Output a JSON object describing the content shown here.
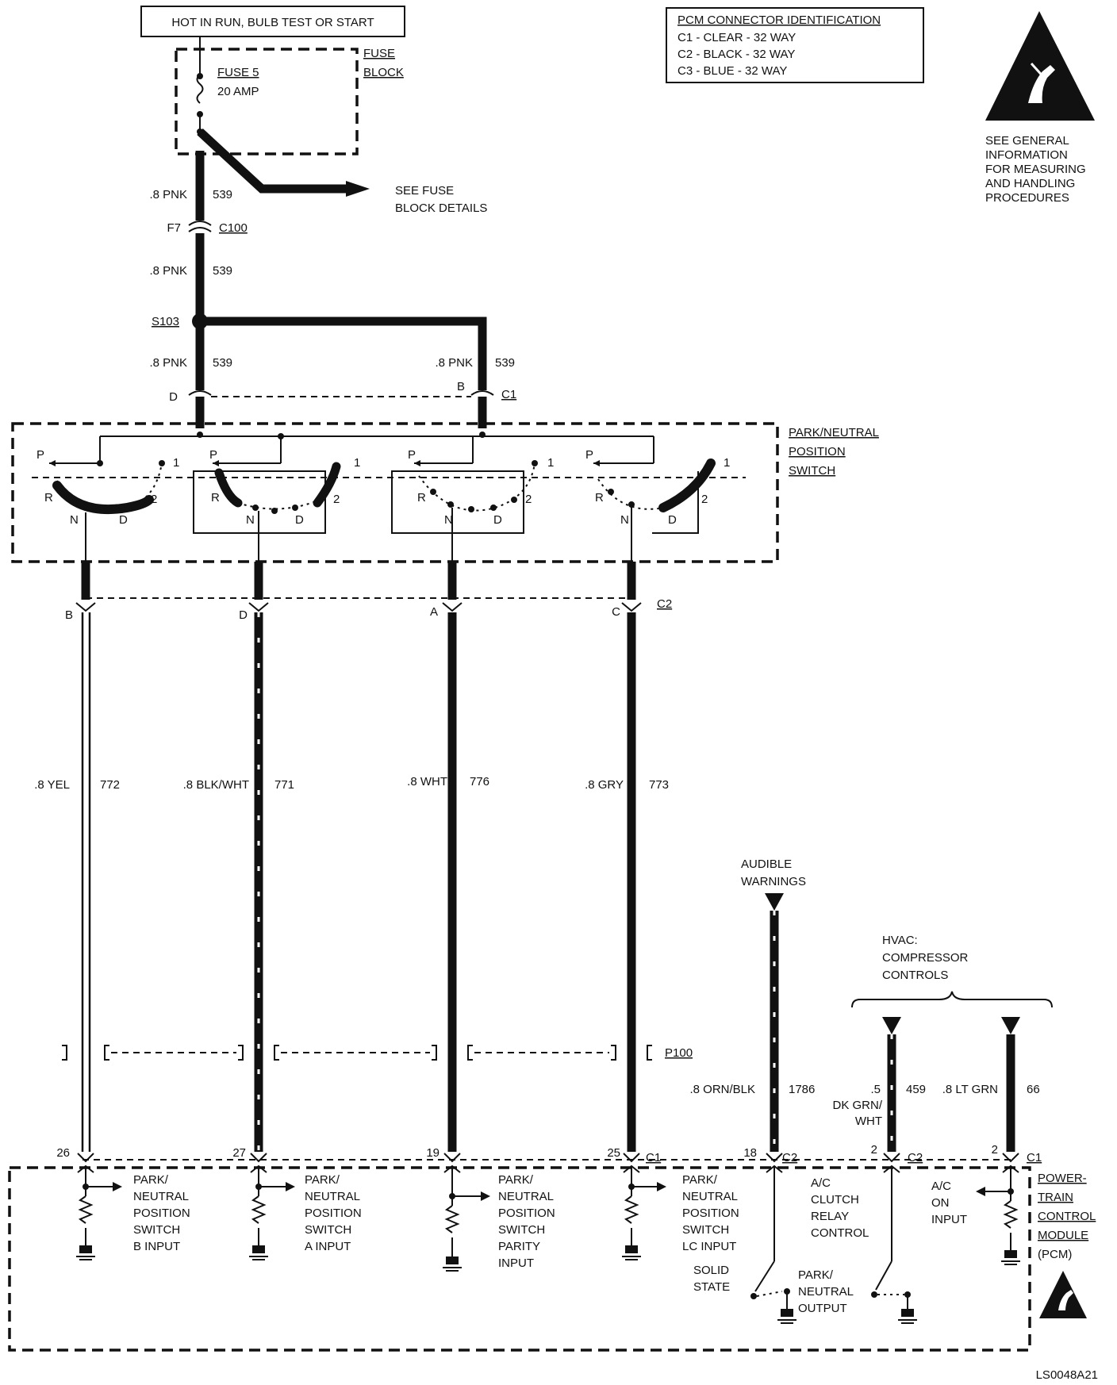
{
  "header": {
    "power_label": "HOT IN RUN, BULB TEST OR START",
    "fuse_name": "FUSE 5",
    "fuse_rating": "20 AMP",
    "fuse_block_line1": "FUSE",
    "fuse_block_line2": "BLOCK",
    "see_fuse_line1": "SEE FUSE",
    "see_fuse_line2": "BLOCK DETAILS"
  },
  "pcm_connector_id": {
    "title": "PCM CONNECTOR IDENTIFICATION",
    "rows": [
      "C1 - CLEAR - 32 WAY",
      "C2 - BLACK - 32 WAY",
      "C3 - BLUE - 32 WAY"
    ]
  },
  "esd_note": [
    "SEE GENERAL",
    "INFORMATION",
    "FOR MEASURING",
    "AND HANDLING",
    "PROCEDURES"
  ],
  "feed": {
    "wire_size_color": ".8 PNK",
    "circuit": "539",
    "connector_pin": "F7",
    "connector": "C100",
    "splice": "S103",
    "switch_pin_left": "D",
    "switch_pin_right": "B",
    "switch_connector": "C1"
  },
  "switch": {
    "title_lines": [
      "PARK/NEUTRAL",
      "POSITION",
      "SWITCH"
    ],
    "pos_p": "P",
    "pos_r": "R",
    "pos_n": "N",
    "pos_d": "D",
    "pos_1": "1",
    "pos_2": "2",
    "out_connector": "C2",
    "out_pins": [
      "B",
      "D",
      "A",
      "C"
    ]
  },
  "circuits": [
    {
      "wire": ".8 YEL",
      "circuit": "772",
      "pcm_pin": "26",
      "input_lines": [
        "PARK/",
        "NEUTRAL",
        "POSITION",
        "SWITCH",
        "B INPUT"
      ]
    },
    {
      "wire": ".8 BLK/WHT",
      "circuit": "771",
      "pcm_pin": "27",
      "input_lines": [
        "PARK/",
        "NEUTRAL",
        "POSITION",
        "SWITCH",
        "A INPUT"
      ]
    },
    {
      "wire": ".8 WHT",
      "circuit": "776",
      "pcm_pin": "19",
      "input_lines": [
        "PARK/",
        "NEUTRAL",
        "POSITION",
        "SWITCH",
        "PARITY",
        "INPUT"
      ]
    },
    {
      "wire": ".8 GRY",
      "circuit": "773",
      "pcm_pin": "25",
      "pcm_connector": "C1",
      "input_lines": [
        "PARK/",
        "NEUTRAL",
        "POSITION",
        "SWITCH",
        "LC INPUT"
      ]
    }
  ],
  "p100": "P100",
  "audible": {
    "label_lines": [
      "AUDIBLE",
      "WARNINGS"
    ],
    "wire": ".8 ORN/BLK",
    "circuit": "1786",
    "pcm_pin": "18",
    "pcm_connector": "C2",
    "solid_state_lines": [
      "SOLID",
      "STATE"
    ],
    "output_lines": [
      "PARK/",
      "NEUTRAL",
      "OUTPUT"
    ]
  },
  "hvac": {
    "label_lines": [
      "HVAC:",
      "COMPRESSOR",
      "CONTROLS"
    ],
    "relay": {
      "wire_lines": [
        ".5",
        "DK GRN/",
        "WHT"
      ],
      "circuit": "459",
      "pcm_pin": "2",
      "pcm_connector": "C2",
      "label_lines": [
        "A/C",
        "CLUTCH",
        "RELAY",
        "CONTROL"
      ]
    },
    "ac_on": {
      "wire": ".8 LT GRN",
      "circuit": "66",
      "pcm_pin": "2",
      "pcm_connector": "C1",
      "label_lines": [
        "A/C",
        "ON",
        "INPUT"
      ]
    }
  },
  "pcm": {
    "title_lines": [
      "POWER-",
      "TRAIN",
      "CONTROL",
      "MODULE"
    ],
    "abbr": "(PCM)"
  },
  "figure_id": "LS0048A21"
}
